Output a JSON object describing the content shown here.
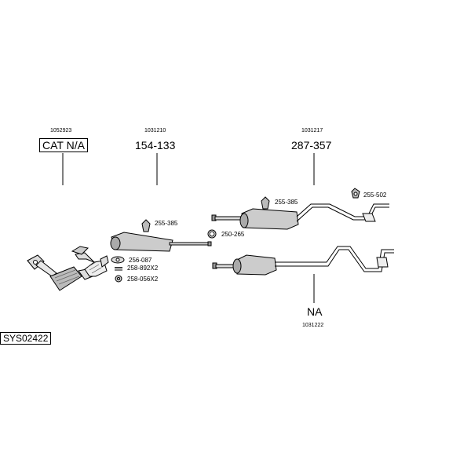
{
  "parts": {
    "catalyst": {
      "number": "1052923",
      "price": "CAT N/A"
    },
    "front_silencer": {
      "number": "1031210",
      "price": "154-133"
    },
    "rear_silencer_a": {
      "number": "1031217",
      "price": "287-357"
    },
    "rear_silencer_b": {
      "number": "1031222",
      "price": "NA"
    }
  },
  "fittings": {
    "mount_front": "255-385",
    "mount_rear": "255-385",
    "mount_tail": "255-502",
    "clamp": "250-265",
    "gasket": "256-087",
    "bolt": "258-892X2",
    "nut": "258-056X2"
  },
  "system_id": "SYS02422"
}
